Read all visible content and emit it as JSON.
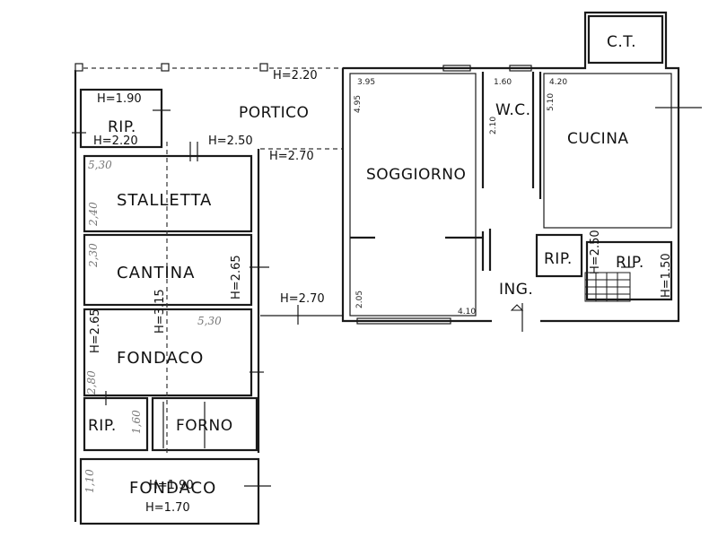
{
  "rooms": {
    "portico": "PORTICO",
    "rip_top_left": "RIP.",
    "stalletta": "STALLETTA",
    "cantina": "CANTINA",
    "fondaco_mid": "FONDACO",
    "rip_bottom_left": "RIP.",
    "forno": "FORNO",
    "fondaco_bottom": "FONDACO",
    "soggiorno": "SOGGIORNO",
    "wc": "W.C.",
    "cucina": "CUCINA",
    "ct": "C.T.",
    "rip_right_1": "RIP.",
    "rip_right_2": "RIP.",
    "ingresso": "ING."
  },
  "heights": {
    "portico_top": "H=2.20",
    "rip_top": "H=1.90",
    "rip_bottom": "H=2.20",
    "corridor": "H=2.50",
    "portico_lower": "H=2.70",
    "cantina": "H=2.65",
    "passage": "H=2.70",
    "fondaco_vertical": "H=3.15",
    "fondaco_left": "H=2.65",
    "fondaco_bottom_top": "H=1.90",
    "fondaco_bottom_low": "H=1.70",
    "rip_right_1": "H=2.50",
    "rip_right_2": "H=1.50"
  },
  "dimensions": {
    "soggiorno_top": "3.95",
    "soggiorno_side": "4.95",
    "soggiorno_bottom_left": "2.05",
    "soggiorno_bottom_right": "4.10",
    "wc_top": "1.60",
    "wc_side": "2.10",
    "cucina_top": "4.20",
    "cucina_side": "5.10"
  },
  "handwritten": {
    "stalletta_width": "5,30",
    "stalletta_depth": "2,40",
    "cantina_depth": "2,30",
    "fondaco_width": "5,30",
    "fondaco_depth": "2,80",
    "rip_depth": "1,60",
    "fondaco_bottom_depth": "1,10"
  }
}
